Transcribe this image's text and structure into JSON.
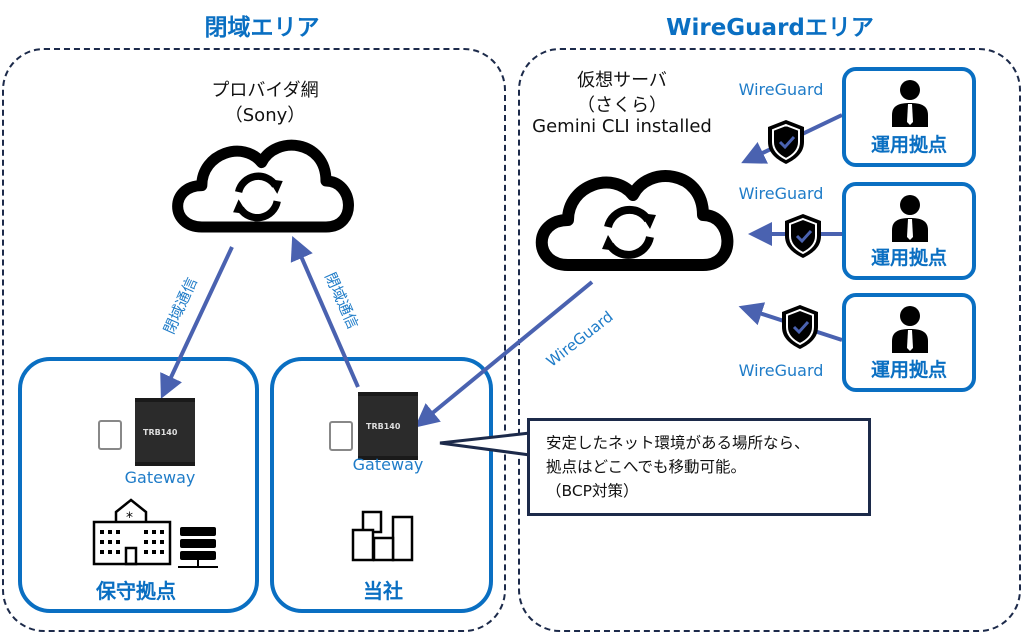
{
  "areas": {
    "closed": {
      "title": "閉域エリア"
    },
    "wireguard": {
      "title": "WireGuardエリア"
    }
  },
  "provider": {
    "line1": "プロバイダ網",
    "line2": "（Sony）"
  },
  "server": {
    "line1": "仮想サーバ",
    "line2": "（さくら）",
    "line3": "Gemini CLI installed"
  },
  "links": {
    "closed_down": "閉域通信",
    "closed_up": "閉域通信",
    "wireguard_gateway": "WireGuard",
    "wireguard_op": [
      "WireGuard",
      "WireGuard",
      "WireGuard"
    ]
  },
  "sites": {
    "maintenance": {
      "gateway": "Gateway",
      "router_model": "TRB140",
      "label": "保守拠点"
    },
    "company": {
      "gateway": "Gateway",
      "router_model": "TRB140",
      "label": "当社"
    }
  },
  "operations": [
    {
      "label": "運用拠点"
    },
    {
      "label": "運用拠点"
    },
    {
      "label": "運用拠点"
    }
  ],
  "callout": {
    "line1": "安定したネット環境がある場所なら、",
    "line2": "拠点はどこへでも移動可能。",
    "line3": "（BCP対策）"
  },
  "colors": {
    "accent": "#0a6fc2",
    "arrow": "#4a62b0",
    "border": "#1c2a4a"
  }
}
